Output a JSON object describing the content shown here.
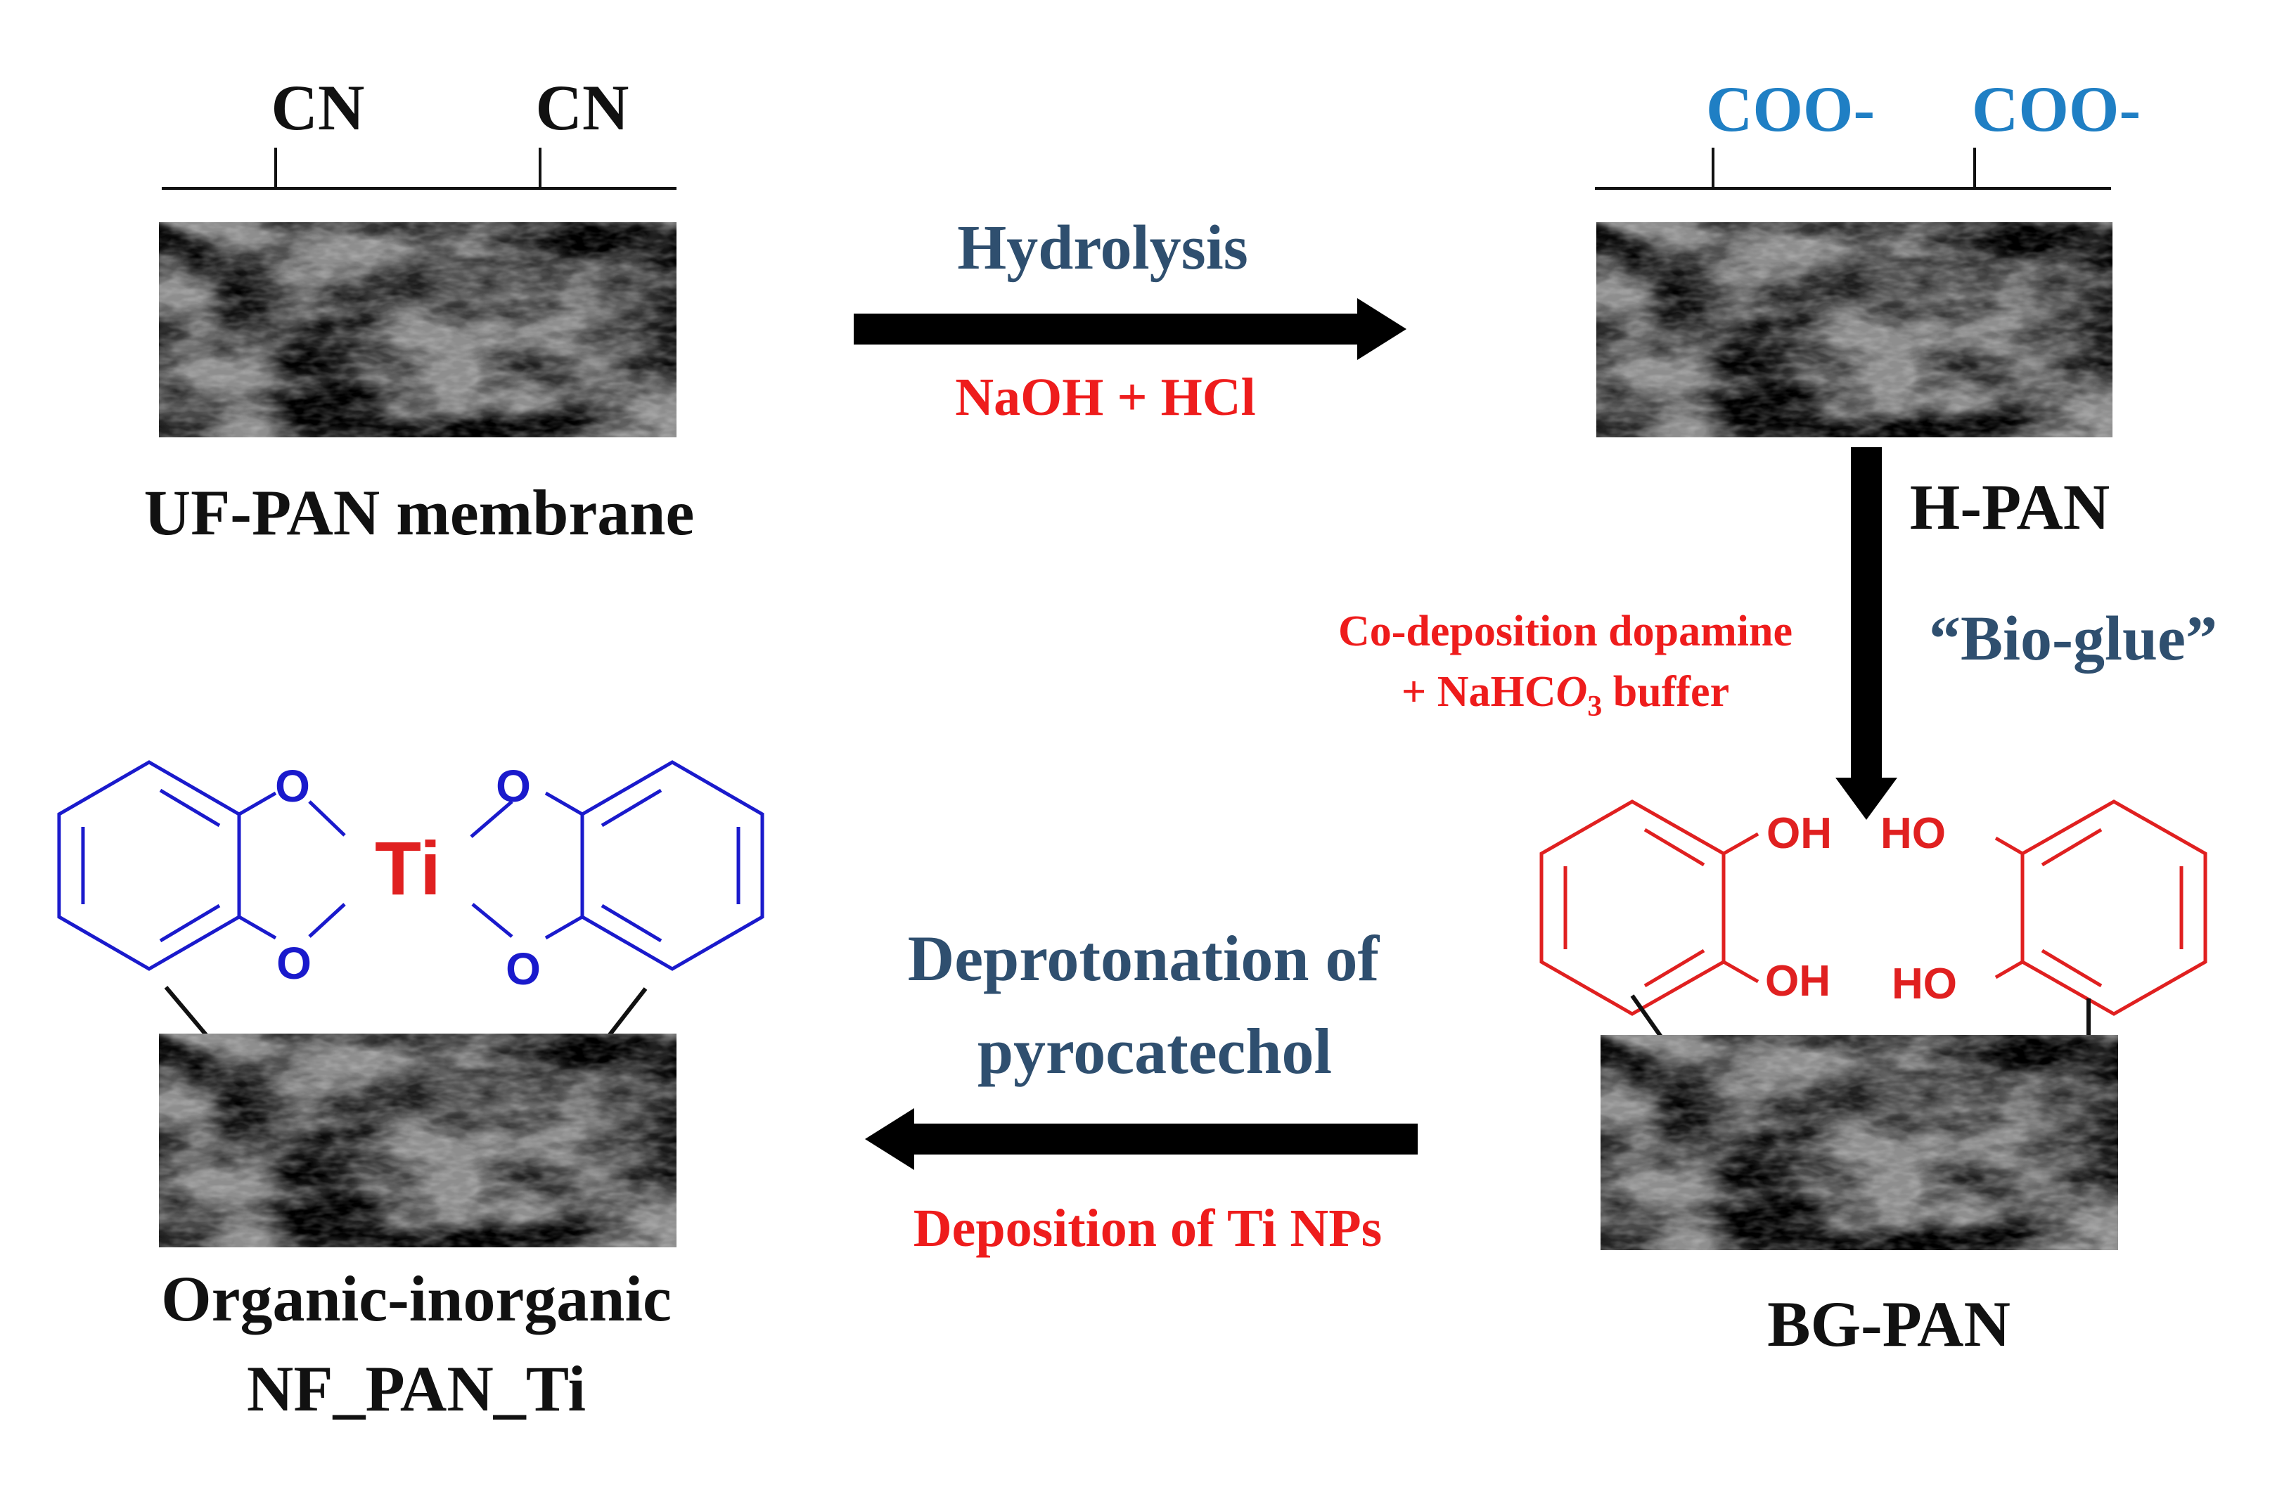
{
  "colors": {
    "text_dark": "#111111",
    "step_blue": "#2f4f6f",
    "reagent_red": "#ee1c1c",
    "carboxylate_blue": "#1f7fc4",
    "molecule_red": "#e02020",
    "molecule_blue": "#1a1acc",
    "arrow": "#000000",
    "membrane_base": "#8a8a8a"
  },
  "membranes": {
    "uf_pan": {
      "label": "UF-PAN membrane",
      "groups": [
        "CN",
        "CN"
      ]
    },
    "h_pan": {
      "label": "H-PAN",
      "groups": [
        "COO-",
        "COO-"
      ]
    },
    "bg_pan": {
      "label": "BG-PAN",
      "catechol_left": {
        "oh_top": "OH",
        "oh_bottom": "OH"
      },
      "catechol_right": {
        "oh_top": "HO",
        "oh_bottom": "HO"
      }
    },
    "nf_pan_ti": {
      "label_line1": "Organic-inorganic",
      "label_line2": "NF_PAN_Ti",
      "center_atom": "Ti",
      "oxygen": [
        "O",
        "O",
        "O",
        "O"
      ]
    }
  },
  "steps": {
    "hydrolysis": {
      "title": "Hydrolysis",
      "reagent": "NaOH + HCl"
    },
    "bioglue": {
      "title": "“Bio-glue”",
      "reagent_line1": "Co-deposition dopamine",
      "reagent_line2_prefix": "+ NaHC",
      "reagent_line2_italic": "O",
      "reagent_line2_sub": "3",
      "reagent_line2_suffix": " buffer"
    },
    "deprotonation": {
      "title_line1": "Deprotonation of",
      "title_line2": "pyrocatechol",
      "reagent": "Deposition of Ti NPs"
    }
  }
}
